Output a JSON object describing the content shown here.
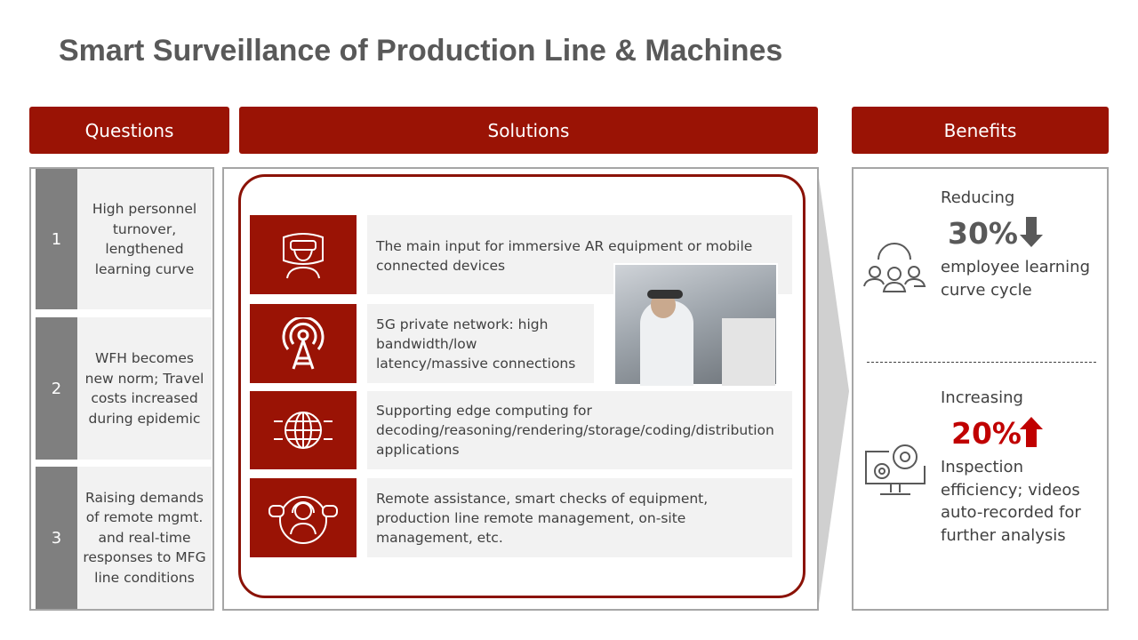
{
  "title": "Smart Surveillance of Production Line & Machines",
  "headers": {
    "questions": "Questions",
    "solutions": "Solutions",
    "benefits": "Benefits"
  },
  "questions": [
    {
      "num": "1",
      "text": "High personnel turnover, lengthened learning curve"
    },
    {
      "num": "2",
      "text": "WFH becomes new norm; Travel costs increased during epidemic"
    },
    {
      "num": "3",
      "text": "Raising demands of remote mgmt. and real-time responses to MFG line conditions"
    }
  ],
  "solutions": [
    {
      "icon": "ar-headset-icon",
      "text": "The main input for immersive AR equipment or mobile connected devices"
    },
    {
      "icon": "5g-tower-icon",
      "text": "5G private network: high bandwidth/low latency/massive connections"
    },
    {
      "icon": "globe-network-icon",
      "text": "Supporting edge computing for decoding/reasoning/rendering/storage/coding/distribution applications"
    },
    {
      "icon": "remote-assistance-icon",
      "text": "Remote assistance, smart checks of equipment, production line remote management, on-site management, etc."
    }
  ],
  "benefits": [
    {
      "label": "Reducing",
      "value": "30%",
      "direction": "down",
      "color": "#595959",
      "desc": "employee learning curve cycle",
      "icon": "team-gear-icon"
    },
    {
      "label": "Increasing",
      "value": "20%",
      "direction": "up",
      "color": "#c00000",
      "desc": "Inspection efficiency; videos auto-recorded for further analysis",
      "icon": "monitor-gears-icon"
    }
  ],
  "colors": {
    "accent": "#9a1305",
    "gray": "#7f7f7f"
  }
}
